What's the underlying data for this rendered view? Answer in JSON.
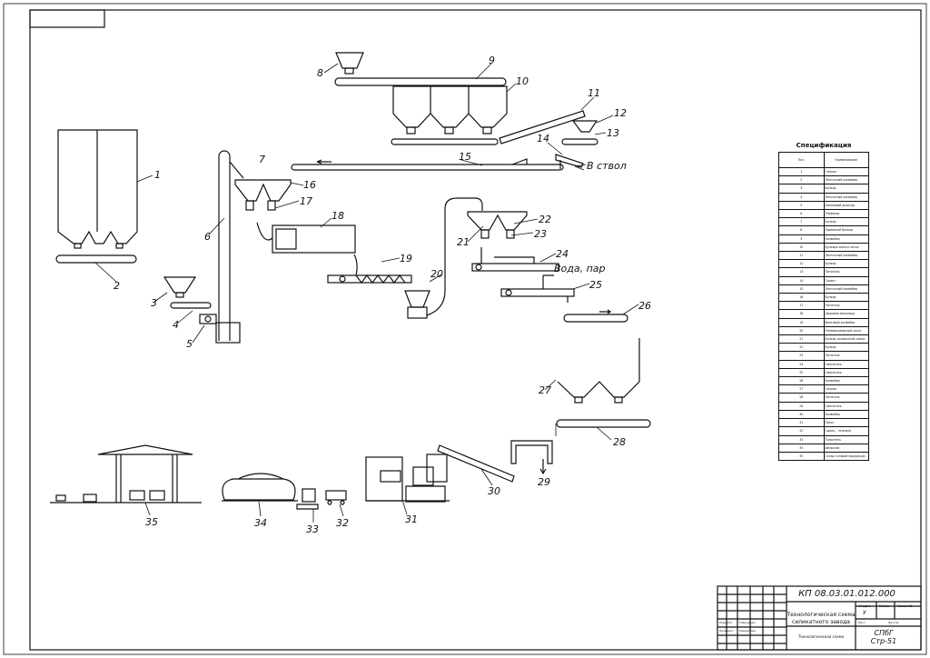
{
  "labels": {
    "n1": "1",
    "n2": "2",
    "n3": "3",
    "n4": "4",
    "n5": "5",
    "n6": "6",
    "n7": "7",
    "n8": "8",
    "n9": "9",
    "n10": "10",
    "n11": "11",
    "n12": "12",
    "n13": "13",
    "n14": "14",
    "n15": "15",
    "n16": "16",
    "n17": "17",
    "n18": "18",
    "n19": "19",
    "n20": "20",
    "n21": "21",
    "n22": "22",
    "n23": "23",
    "n24": "24",
    "n25": "25",
    "n26": "26",
    "n27": "27",
    "n28": "28",
    "n29": "29",
    "n30": "30",
    "n31": "31",
    "n32": "32",
    "n33": "33",
    "n34": "34",
    "n35": "35",
    "to_shaft": "В ствол",
    "water_steam": "Вода, пар"
  },
  "specification": {
    "title": "Спецификация",
    "col_pos": "Поз.",
    "col_name": "Наименование",
    "rows": [
      {
        "pos": "1",
        "name": "Силосы"
      },
      {
        "pos": "2",
        "name": "Ленточный конвейер"
      },
      {
        "pos": "3",
        "name": "Бункер"
      },
      {
        "pos": "4",
        "name": "Ленточный конвейер"
      },
      {
        "pos": "5",
        "name": "Шнековый дозатор"
      },
      {
        "pos": "6",
        "name": "Элеватор"
      },
      {
        "pos": "7",
        "name": "Бункер"
      },
      {
        "pos": "8",
        "name": "Приемный бункер"
      },
      {
        "pos": "9",
        "name": "Конвейер"
      },
      {
        "pos": "10",
        "name": "Бункера запаса песка"
      },
      {
        "pos": "11",
        "name": "Ленточный конвейер"
      },
      {
        "pos": "12",
        "name": "Бункер"
      },
      {
        "pos": "13",
        "name": "Питатель"
      },
      {
        "pos": "14",
        "name": "Грохот"
      },
      {
        "pos": "15",
        "name": "Ленточный конвейер"
      },
      {
        "pos": "16",
        "name": "Бункер"
      },
      {
        "pos": "17",
        "name": "Питатель"
      },
      {
        "pos": "18",
        "name": "Шаровая мельница"
      },
      {
        "pos": "19",
        "name": "Винтовой конвейер"
      },
      {
        "pos": "20",
        "name": "Пневмокамерный насос"
      },
      {
        "pos": "21",
        "name": "Бункер силикатной смеси"
      },
      {
        "pos": "22",
        "name": "Бункер"
      },
      {
        "pos": "23",
        "name": "Питатель"
      },
      {
        "pos": "24",
        "name": "Смеситель"
      },
      {
        "pos": "25",
        "name": "Смеситель"
      },
      {
        "pos": "26",
        "name": "Конвейер"
      },
      {
        "pos": "27",
        "name": "Силосы"
      },
      {
        "pos": "28",
        "name": "Питатель"
      },
      {
        "pos": "29",
        "name": "Смеситель"
      },
      {
        "pos": "30",
        "name": "Конвейер"
      },
      {
        "pos": "31",
        "name": "Пресс"
      },
      {
        "pos": "32",
        "name": "Сырец - тележка"
      },
      {
        "pos": "33",
        "name": "Толкатель"
      },
      {
        "pos": "34",
        "name": "Автоклав"
      },
      {
        "pos": "35",
        "name": "Склад готовой продукции"
      }
    ]
  },
  "title_block": {
    "doc_code": "КП 08.03.01.012.000",
    "title": "Технологическая схема силикатного завода",
    "sheet_name": "Технологическая схема",
    "org_line1": "СПбГ",
    "org_line2": "Стр-51",
    "stage_label": "Стадия",
    "mass_label": "Масса",
    "scale_label": "Масштаб",
    "sheet_label": "Лист",
    "sheets_label": "Листов",
    "stage_value": "У",
    "dev_label": "Разработ.",
    "dev_name": "Тимошенко",
    "check_label": "Проверил",
    "check_name": "Невшупова"
  }
}
